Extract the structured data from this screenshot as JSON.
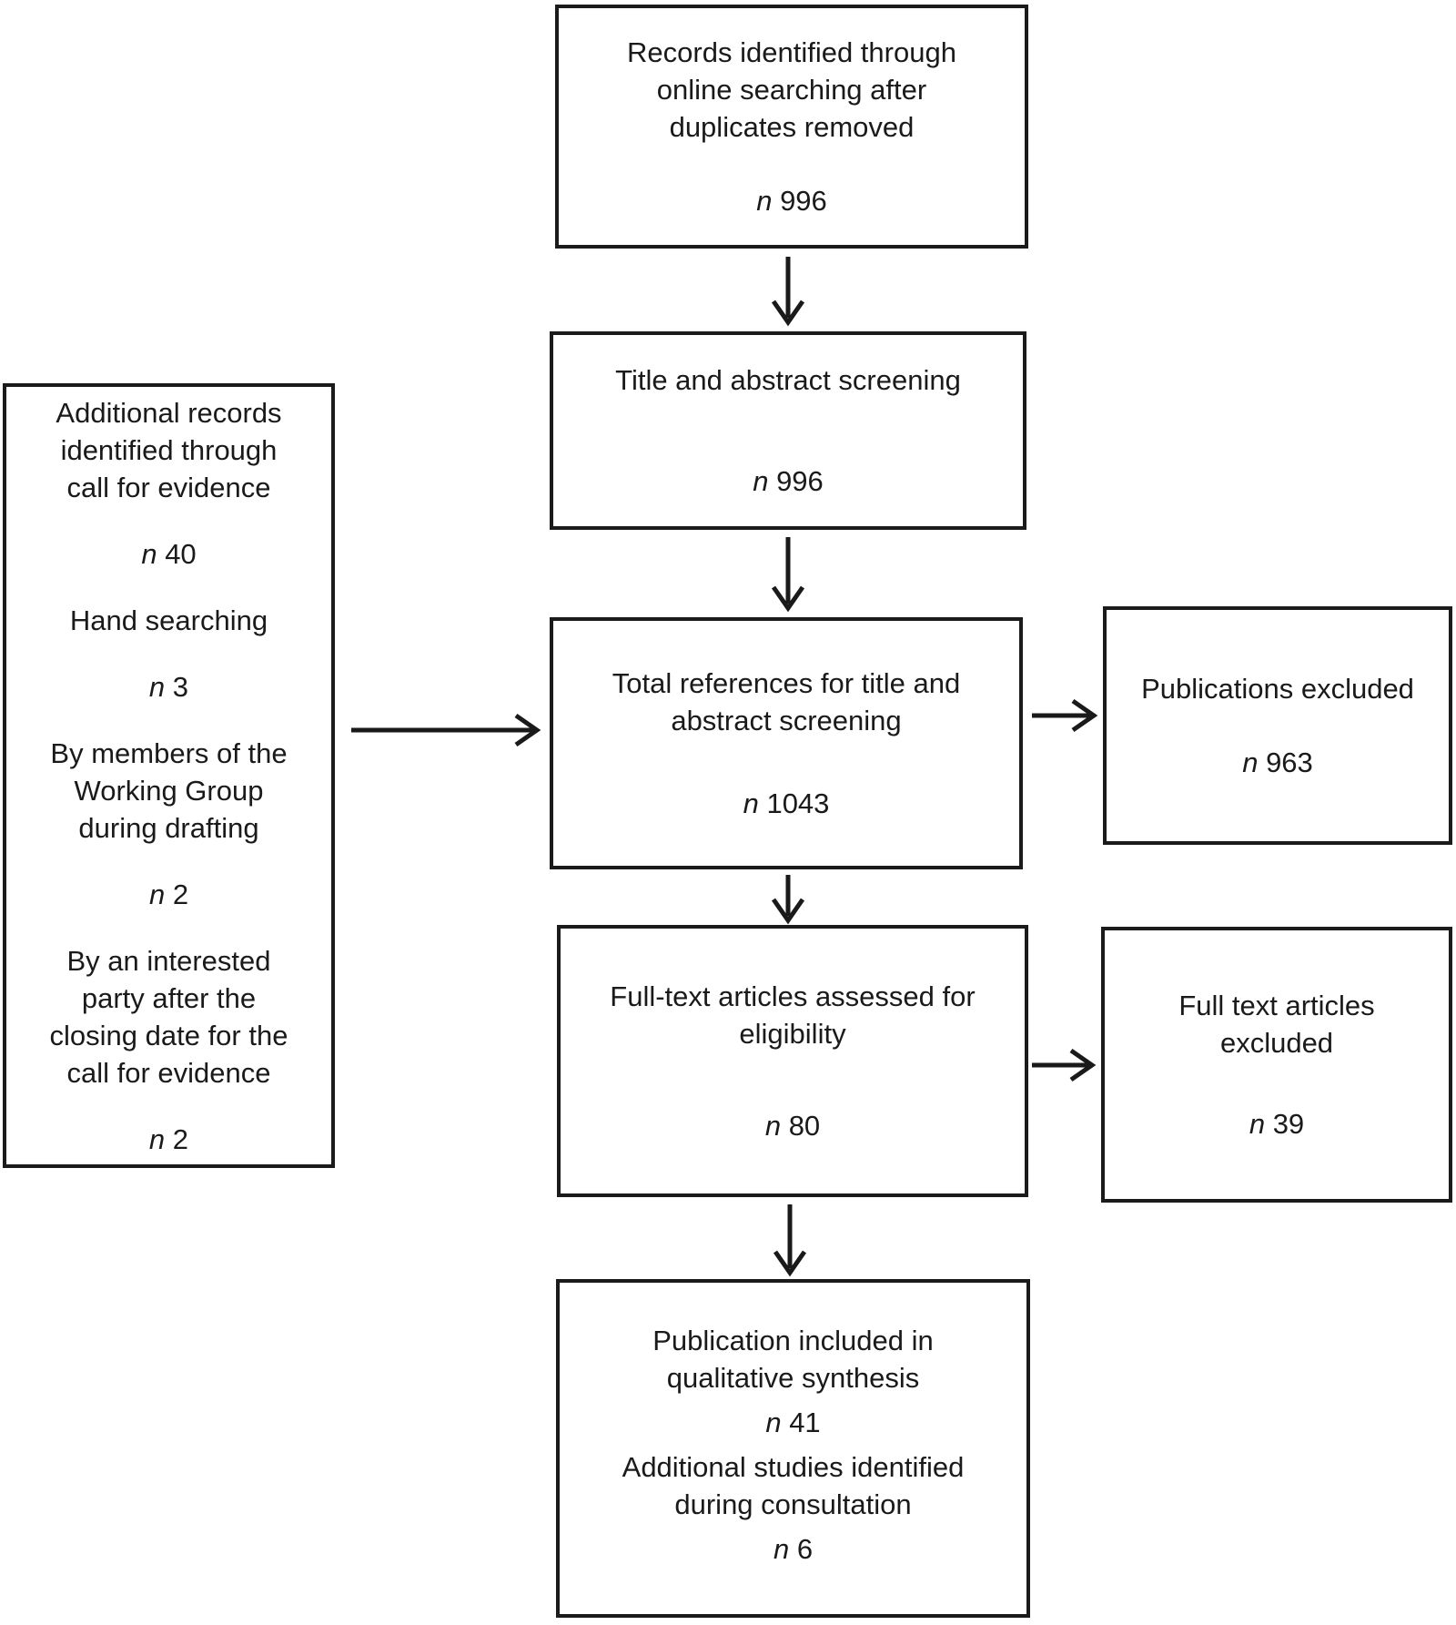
{
  "colors": {
    "ink": "#1a1a1a",
    "background": "#ffffff"
  },
  "boxes": {
    "records": {
      "text": "Records identified through\nonline searching after\nduplicates removed",
      "n_label": "n",
      "n_value": "996"
    },
    "title_screening": {
      "text": "Title and abstract screening",
      "n_label": "n",
      "n_value": "996"
    },
    "total_references": {
      "text": "Total references for title and\nabstract screening",
      "n_label": "n",
      "n_value": "1043"
    },
    "fulltext_assessed": {
      "text": "Full-text articles assessed for\neligibility",
      "n_label": "n",
      "n_value": "80"
    },
    "included": {
      "para1": {
        "text": "Publication included in\nqualitative synthesis",
        "n_label": "n",
        "n_value": "41"
      },
      "para2": {
        "text": "Additional studies identified\nduring consultation",
        "n_label": "n",
        "n_value": "6"
      }
    },
    "additional_records": {
      "items": [
        {
          "text": "Additional records\nidentified through\ncall for evidence",
          "n_label": "n",
          "n_value": "40"
        },
        {
          "text": "Hand searching",
          "n_label": "n",
          "n_value": "3"
        },
        {
          "text": "By members of the\nWorking Group\nduring drafting",
          "n_label": "n",
          "n_value": "2"
        },
        {
          "text": "By an interested\nparty after the\nclosing date for the\ncall for evidence",
          "n_label": "n",
          "n_value": "2"
        }
      ]
    },
    "publications_excluded": {
      "text": "Publications excluded",
      "n_label": "n",
      "n_value": "963"
    },
    "fulltext_excluded": {
      "text": "Full text articles\nexcluded",
      "n_label": "n",
      "n_value": "39"
    }
  }
}
